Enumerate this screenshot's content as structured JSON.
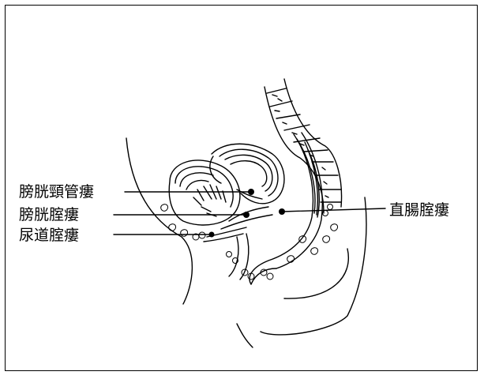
{
  "labels": {
    "bladder_neck_fistula": "膀胱頸管瘻",
    "vesicovaginal_fistula": "膀胱腟瘻",
    "urethrovaginal_fistula": "尿道腟瘻",
    "rectovaginal_fistula": "直腸腟瘻"
  },
  "colors": {
    "line": "#000000",
    "background": "#ffffff"
  }
}
